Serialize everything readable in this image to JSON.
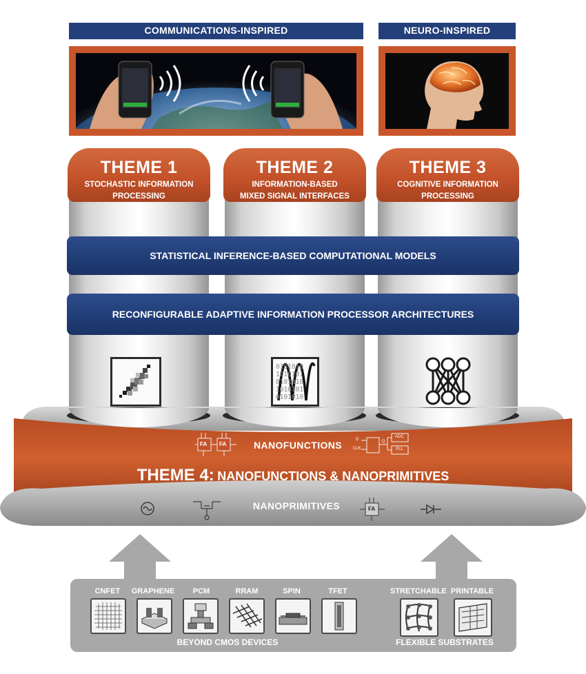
{
  "headers": {
    "communications": "COMMUNICATIONS-INSPIRED",
    "neuro": "NEURO-INSPIRED"
  },
  "themes": [
    {
      "title": "THEME 1",
      "subtitle_l1": "STOCHASTIC INFORMATION",
      "subtitle_l2": "PROCESSING"
    },
    {
      "title": "THEME 2",
      "subtitle_l1": "INFORMATION-BASED",
      "subtitle_l2": "MIXED SIGNAL INTERFACES"
    },
    {
      "title": "THEME 3",
      "subtitle_l1": "COGNITIVE INFORMATION",
      "subtitle_l2": "PROCESSING"
    }
  ],
  "layers": {
    "statistical": "STATISTICAL INFERENCE-BASED COMPUTATIONAL MODELS",
    "reconfigurable": "RECONFIGURABLE ADAPTIVE INFORMATION PROCESSOR ARCHITECTURES"
  },
  "theme4": {
    "prefix": "THEME 4:",
    "title": "NANOFUNCTIONS & NANOPRIMITIVES",
    "nanofunctions": "NANOFUNCTIONS",
    "nanoprimitives": "NANOPRIMITIVES",
    "fa_label": "FA",
    "adc_label": "ADC",
    "pll_label": "PLL",
    "d_label": "D",
    "clk_label": "CLK",
    "q_label": "Q"
  },
  "devices": {
    "items": [
      "CNFET",
      "GRAPHENE",
      "PCM",
      "RRAM",
      "SPIN",
      "TFET"
    ],
    "footer": "BEYOND CMOS DEVICES"
  },
  "substrates": {
    "items": [
      "STRETCHABLE",
      "PRINTABLE"
    ],
    "footer": "FLEXIBLE SUBSTRATES"
  },
  "binary_rows": [
    "0101010",
    "1010101",
    "0101010",
    "1010101",
    "0101010"
  ],
  "colors": {
    "navy": "#24407a",
    "orange": "#c4522a",
    "grey": "#a8a8a8"
  }
}
